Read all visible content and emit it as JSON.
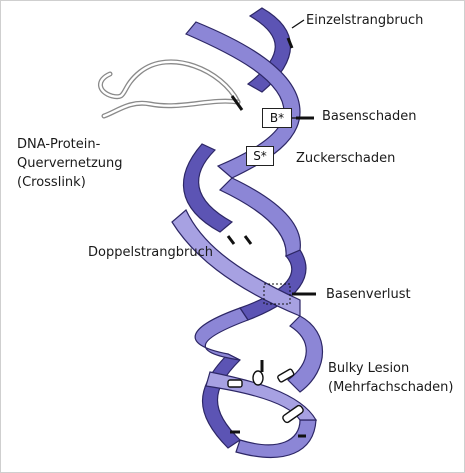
{
  "labels": {
    "single_strand_break": "Einzelstrangbruch",
    "base_damage": "Basenschaden",
    "sugar_damage": "Zuckerschaden",
    "crosslink_line1": "DNA-Protein-",
    "crosslink_line2": "Quervernetzung",
    "crosslink_line3": "(Crosslink)",
    "double_strand_break": "Doppelstrangbruch",
    "base_loss": "Basenverlust",
    "bulky_line1": "Bulky Lesion",
    "bulky_line2": "(Mehrfachschaden)"
  },
  "markers": {
    "base_marker": "B*",
    "sugar_marker": "S*"
  },
  "colors": {
    "strand_front": "#8c86d6",
    "strand_back": "#5c54b4",
    "strand_edge": "#2d2766",
    "protein": "#9a9a9a"
  }
}
